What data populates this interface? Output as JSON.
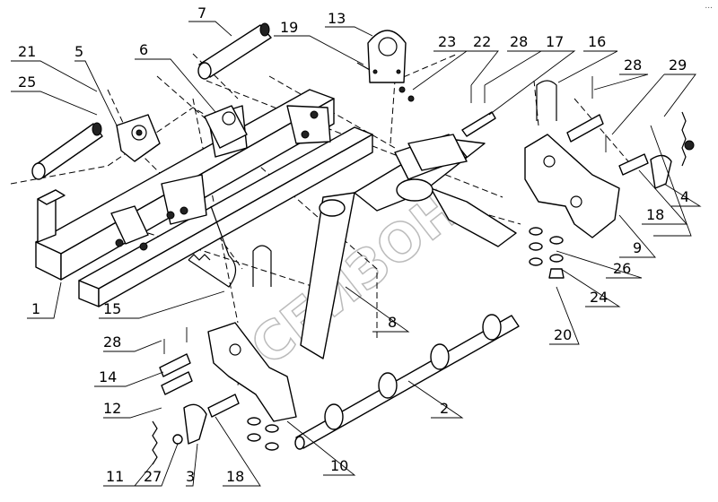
{
  "diagram": {
    "watermark": "СБИЗОН",
    "corner_mark": "...",
    "labels": [
      "21",
      "5",
      "25",
      "6",
      "7",
      "19",
      "13",
      "23",
      "22",
      "28",
      "17",
      "16",
      "28",
      "29",
      "1",
      "15",
      "28",
      "14",
      "12",
      "11",
      "27",
      "3",
      "18",
      "10",
      "2",
      "8",
      "20",
      "24",
      "26",
      "9",
      "18",
      "4"
    ]
  }
}
